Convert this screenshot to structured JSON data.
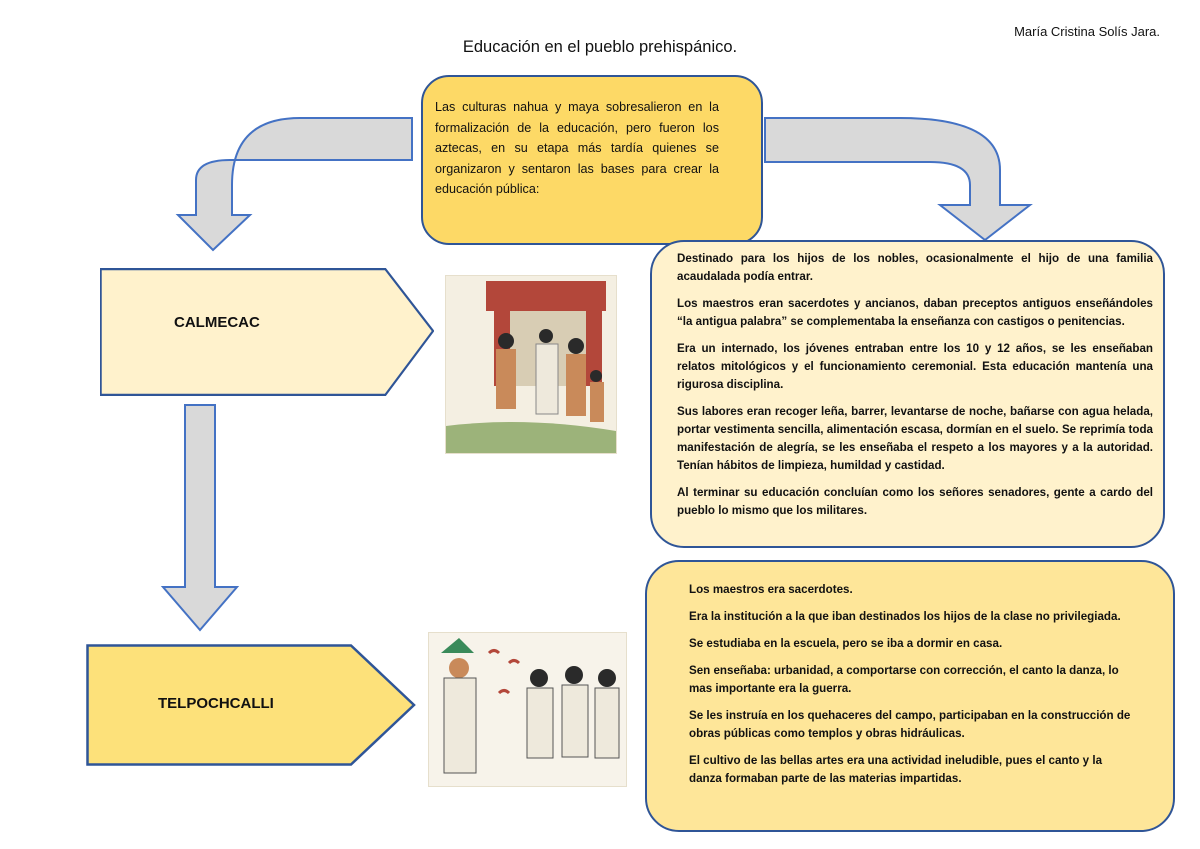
{
  "header": {
    "author": "María Cristina Solís Jara.",
    "title": "Educación en el pueblo prehispánico."
  },
  "intro": {
    "text": "Las culturas nahua y maya sobresalieron en la formalización de la educación, pero fueron los aztecas, en su etapa más tardía quienes se organizaron y sentaron las bases para crear la educación pública:"
  },
  "calmecac": {
    "label": "CALMECAC",
    "paragraphs": [
      "Destinado para los hijos de los nobles, ocasionalmente el hijo de una familia acaudalada podía entrar.",
      "Los maestros eran sacerdotes y ancianos, daban preceptos antiguos enseñándoles “la antigua palabra” se complementaba la enseñanza con castigos o penitencias.",
      "Era un internado, los jóvenes entraban entre los 10 y 12 años, se les enseñaban relatos mitológicos y el funcionamiento ceremonial. Esta educación mantenía una rigurosa disciplina.",
      "Sus labores eran recoger leña, barrer, levantarse de noche, bañarse con agua helada, portar vestimenta sencilla, alimentación escasa, dormían en el suelo. Se reprimía toda manifestación de alegría, se les enseñaba el respeto a los mayores y a la autoridad. Tenían hábitos de limpieza, humildad y castidad.",
      "Al terminar su educación concluían como los señores senadores, gente a cardo del pueblo lo mismo que los militares."
    ]
  },
  "telpochcalli": {
    "label": "TELPOCHCALLI",
    "paragraphs": [
      "Los maestros era sacerdotes.",
      "Era la institución a la que iban destinados los hijos de la clase no privilegiada.",
      "Se estudiaba en la escuela, pero se iba a dormir en casa.",
      "Sen enseñaba: urbanidad, a comportarse con corrección, el canto la danza, lo mas importante era la guerra.",
      "Se les instruía en los quehaceres del campo, participaban en la construcción de obras públicas como templos y obras hidráulicas.",
      "El cultivo de las bellas artes era una actividad ineludible, pues el canto y la danza formaban parte de las materias impartidas."
    ]
  },
  "colors": {
    "arrow_fill": "#d9d9d9",
    "outline": "#2f5597",
    "light_yellow": "#fff2cc",
    "gold": "#fdd966"
  }
}
